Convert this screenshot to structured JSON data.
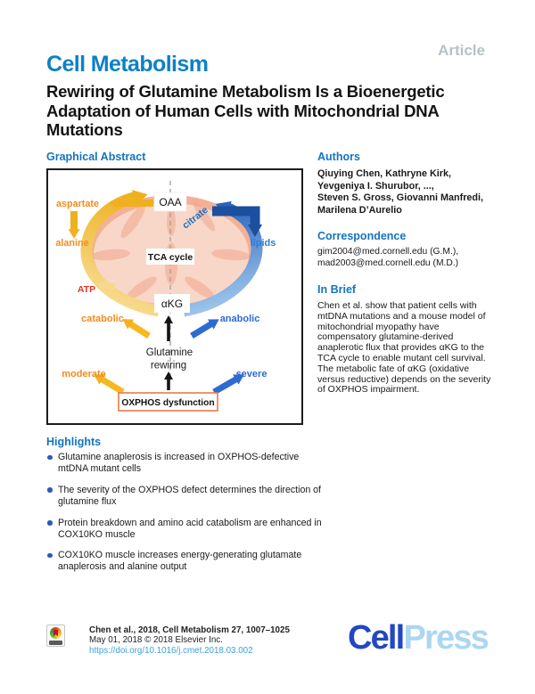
{
  "header": {
    "article_label": "Article",
    "journal": "Cell Metabolism",
    "title_lines": [
      "Rewiring of Glutamine Metabolism Is a Bioenergetic",
      "Adaptation of Human Cells with Mitochondrial DNA",
      "Mutations"
    ]
  },
  "graphical_abstract": {
    "heading": "Graphical Abstract",
    "labels": {
      "aspartate": "aspartate",
      "alanine": "alanine",
      "oaa": "OAA",
      "citrate": "citrate",
      "lipids": "lipids",
      "tca_cycle": "TCA cycle",
      "atp": "ATP",
      "akg": "αKG",
      "catabolic": "catabolic",
      "anabolic": "anabolic",
      "glutamine": "Glutamine",
      "rewiring": "rewiring",
      "moderate": "moderate",
      "severe": "severe",
      "oxphos": "OXPHOS dysfunction"
    },
    "colors": {
      "orange": "#f28c1c",
      "gold": "#efb01d",
      "red": "#e5322b",
      "blue_dark": "#1c4f9e",
      "blue_royal": "#2e6ad0",
      "blue_label": "#1a6fc6",
      "blue_lipids": "#2f7fd6",
      "black_text": "#1a1a1a",
      "oxphos_border": "#e87c4a"
    }
  },
  "authors": {
    "heading": "Authors",
    "lines": [
      "Qiuying Chen, Kathryne Kirk,",
      "Yevgeniya I. Shurubor, ...,",
      "Steven S. Gross, Giovanni Manfredi,",
      "Marilena D’Aurelio"
    ]
  },
  "correspondence": {
    "heading": "Correspondence",
    "lines": [
      "gim2004@med.cornell.edu (G.M.),",
      "mad2003@med.cornell.edu (M.D.)"
    ]
  },
  "in_brief": {
    "heading": "In Brief",
    "text": "Chen et al. show that patient cells with mtDNA mutations and a mouse model of mitochondrial myopathy have compensatory glutamine-derived anaplerotic flux that provides αKG to the TCA cycle to enable mutant cell survival. The metabolic fate of αKG (oxidative versus reductive) depends on the severity of OXPHOS impairment."
  },
  "highlights": {
    "heading": "Highlights",
    "items": [
      "Glutamine anaplerosis is increased in OXPHOS-defective mtDNA mutant cells",
      "The severity of the OXPHOS defect determines the direction of glutamine flux",
      "Protein breakdown and amino acid catabolism are enhanced in COX10KO muscle",
      "COX10KO muscle increases energy-generating glutamate anaplerosis and alanine output"
    ]
  },
  "footer": {
    "citation": "Chen et al., 2018, Cell Metabolism 27, 1007–1025",
    "copyright": "May 01, 2018 © 2018 Elsevier Inc.",
    "doi": "https://doi.org/10.1016/j.cmet.2018.03.002",
    "publisher_cell": "Cell",
    "publisher_press": "Press"
  }
}
